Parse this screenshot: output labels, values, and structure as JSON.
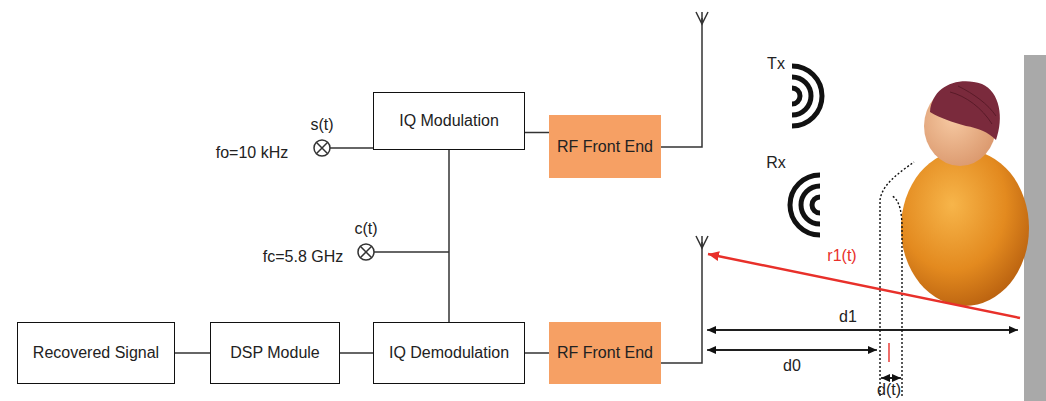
{
  "diagram": {
    "nodes": [
      {
        "text": [
          "IQ Modulation"
        ]
      },
      {
        "text": [
          "RF Front End"
        ]
      },
      {
        "text": [
          "Recovered Signal"
        ]
      },
      {
        "text": [
          "DSP Module"
        ]
      },
      {
        "text": [
          "IQ Demodulation"
        ]
      },
      {
        "text": [
          "RF Front End"
        ]
      }
    ],
    "edges": [
      {
        "from": 0,
        "to": 1,
        "arrow": "none"
      },
      {
        "from": 0,
        "to": 4,
        "arrow": "none"
      },
      {
        "from": 2,
        "to": 3,
        "arrow": "none"
      },
      {
        "from": 3,
        "to": 4,
        "arrow": "none"
      },
      {
        "from": 4,
        "to": 5,
        "arrow": "none"
      }
    ],
    "labels": [
      "s(t)",
      "fo=10 kHz",
      "c(t)",
      "fc=5.8 GHz",
      "Tx",
      "Rx",
      "r1(t)",
      "d1",
      "d0",
      "d(t)"
    ]
  }
}
